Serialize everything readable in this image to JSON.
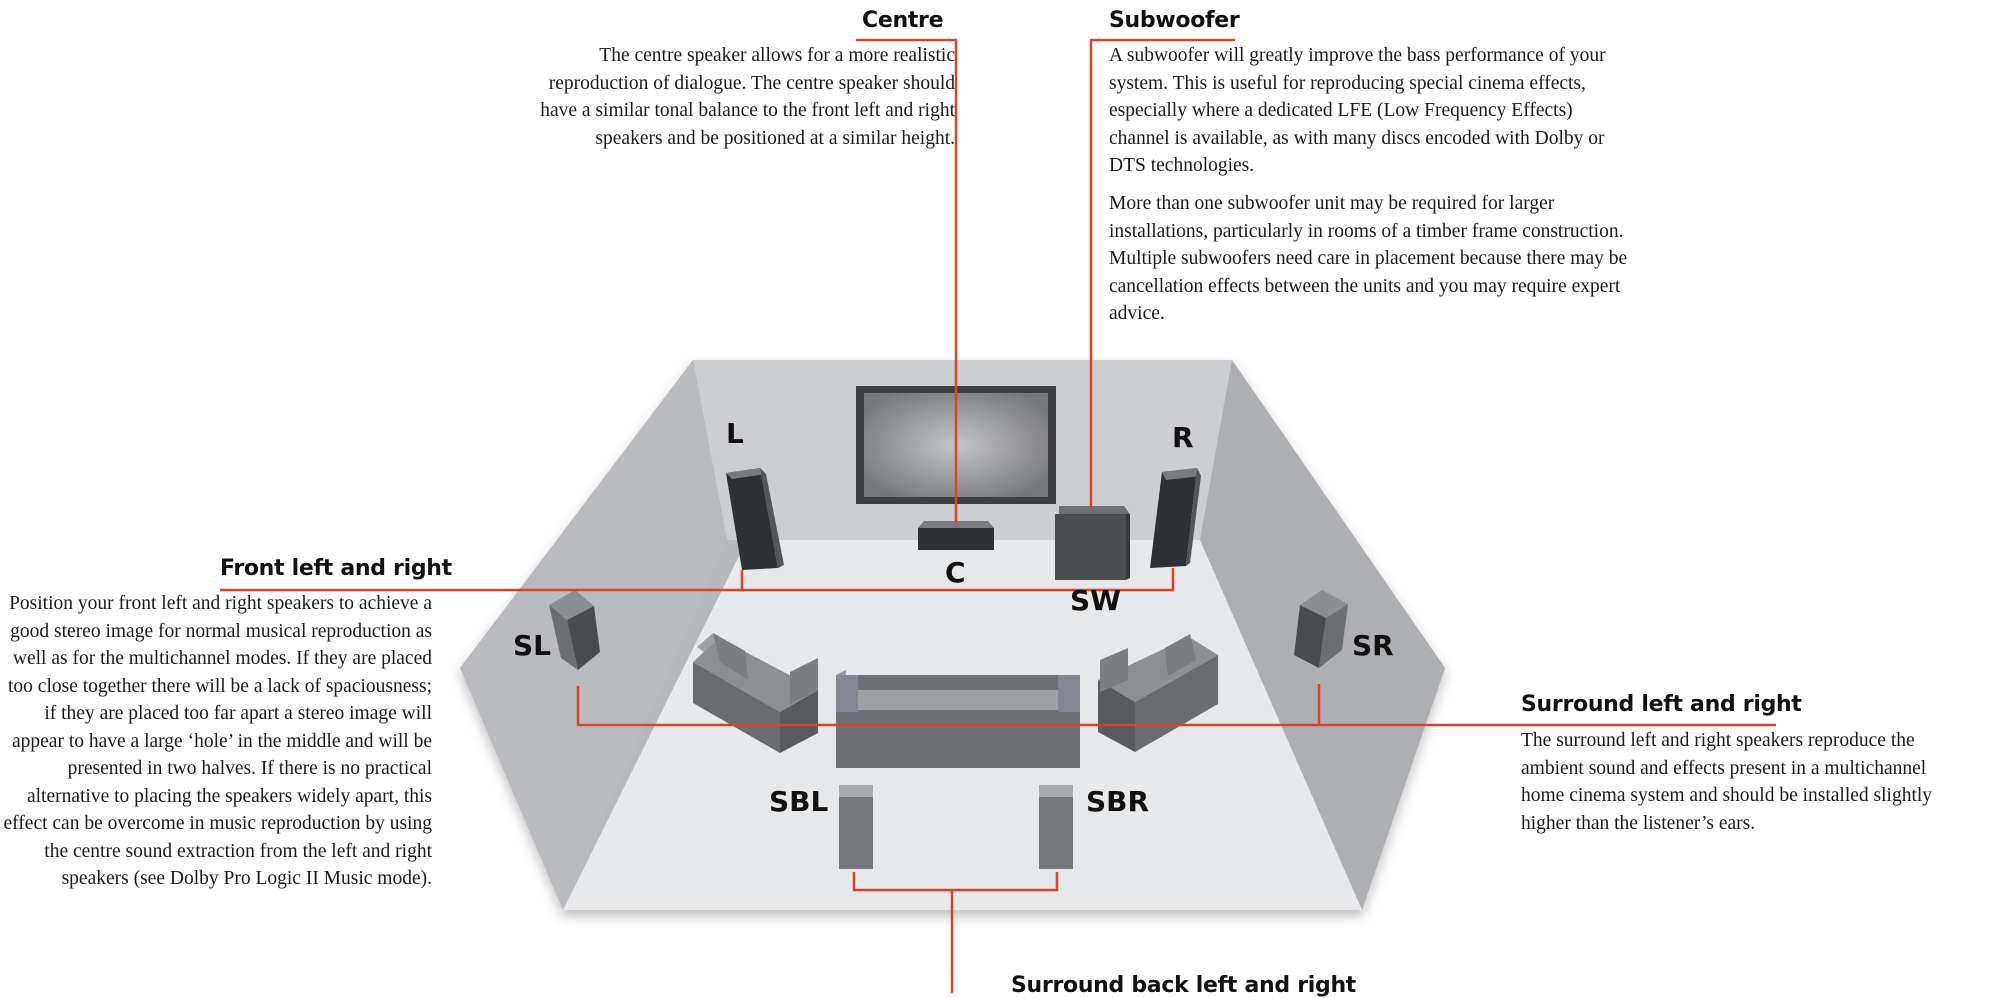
{
  "callouts": {
    "centre": {
      "heading": "Centre",
      "body": [
        "The centre speaker allows for a more realistic reproduction of dialogue. The centre speaker should have a similar tonal balance to the front left and right speakers and be positioned at a similar height."
      ]
    },
    "subwoofer": {
      "heading": "Subwoofer",
      "body": [
        "A subwoofer will greatly improve the bass performance of your system. This is useful for reproducing special cinema effects, especially where a dedicated LFE (Low Frequency Effects) channel is available, as with many discs encoded with Dolby or DTS technologies.",
        "More than one subwoofer unit may be required for larger installations, particularly in rooms of a timber frame construction. Multiple subwoofers need care in placement because there may be cancellation effects between the units and you may require expert advice."
      ]
    },
    "front": {
      "heading": "Front left and right",
      "body": [
        "Position your front left and right speakers to achieve a good stereo image for normal musical reproduction as well as for the multichannel modes. If they are placed too close together there will be a lack of spaciousness; if they are placed too far apart a stereo image will appear to have a large ‘hole’ in the middle and will be presented in two halves. If there is no practical alternative to placing the speakers widely apart, this effect can be overcome in music reproduction by using the centre sound extraction from the left and right speakers (see Dolby Pro Logic II Music mode)."
      ]
    },
    "surround": {
      "heading": "Surround left and right",
      "body": [
        "The surround left and right speakers reproduce the ambient sound and effects present in a multichannel home cinema system and should be installed slightly higher than the listener’s ears."
      ]
    },
    "surround_back": {
      "heading": "Surround back left and right"
    }
  },
  "speakers": {
    "L": "L",
    "R": "R",
    "C": "C",
    "SW": "SW",
    "SL": "SL",
    "SR": "SR",
    "SBL": "SBL",
    "SBR": "SBR"
  },
  "colors": {
    "leader_line": "#d9432a",
    "room_side": "#b8b9bd",
    "room_back": "#cfd0d4",
    "floor": "#e6e7e9",
    "speaker": "#3f4044",
    "furniture": "#7b7c80"
  }
}
